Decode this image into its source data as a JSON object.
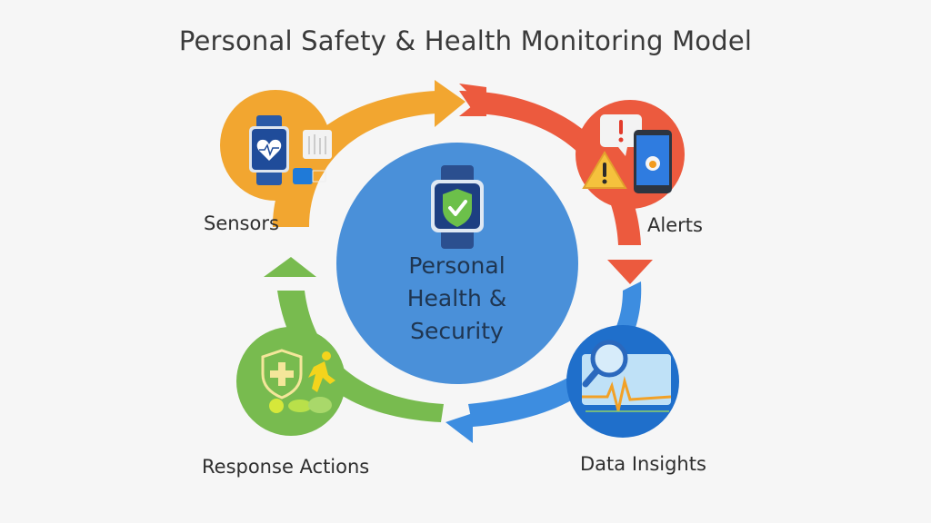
{
  "title": "Personal Safety & Health Monitoring Model",
  "center": {
    "line1": "Personal",
    "line2": "Health &",
    "line3": "Security",
    "icon": "smartwatch-shield-check-icon",
    "color": "#4a90d9"
  },
  "nodes": [
    {
      "id": "sensors",
      "label": "Sensors",
      "color": "#f2a630",
      "icon": "smartwatch-heart-sensor-icon"
    },
    {
      "id": "alerts",
      "label": "Alerts",
      "color": "#ec5a3e",
      "icon": "alert-warning-phone-icon"
    },
    {
      "id": "data-insights",
      "label": "Data Insights",
      "color": "#1f6fcb",
      "icon": "magnifier-chart-icon"
    },
    {
      "id": "response-actions",
      "label": "Response Actions",
      "color": "#78bb4f",
      "icon": "shield-runner-icon"
    }
  ],
  "flow": [
    "Sensors",
    "Alerts",
    "Data Insights",
    "Response Actions",
    "Sensors"
  ],
  "colors": {
    "orange": "#f2a630",
    "red": "#ec5a3e",
    "blue": "#3d8de0",
    "green": "#78bb4f",
    "center_blue": "#4a90d9",
    "background": "#f6f6f6"
  }
}
